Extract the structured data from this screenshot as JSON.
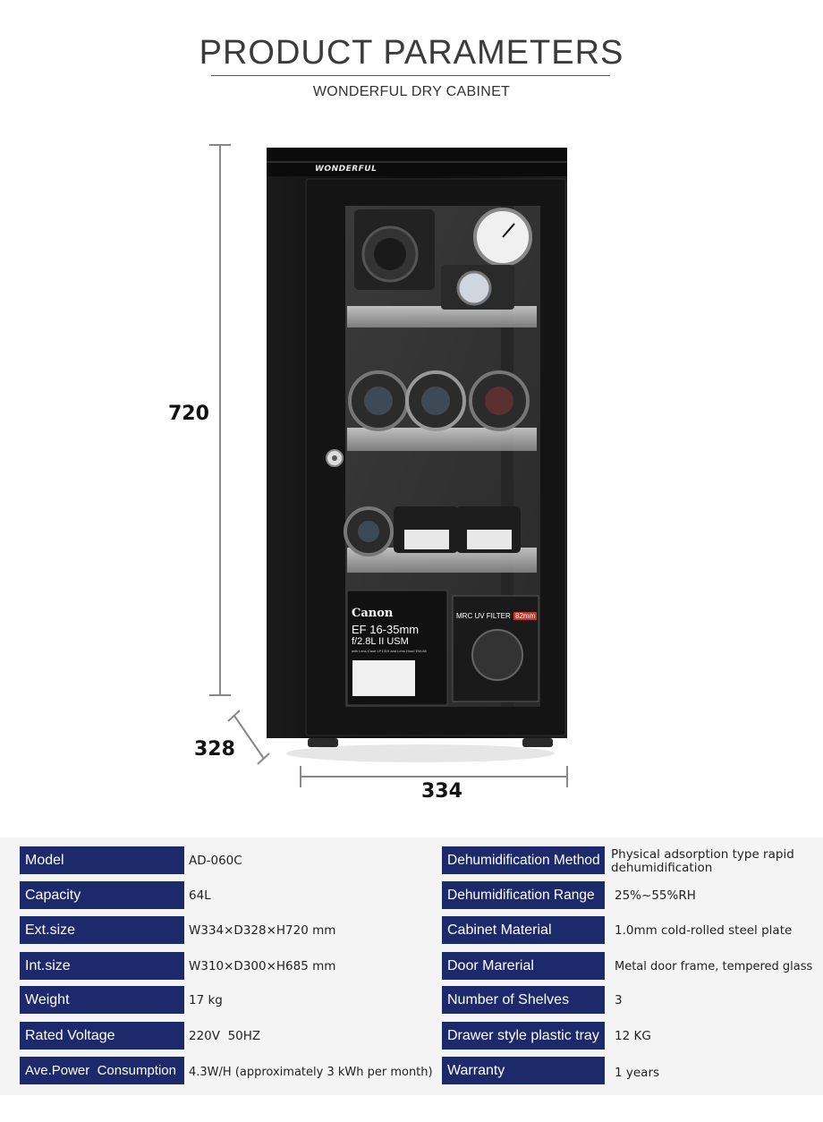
{
  "header": {
    "title": "PRODUCT PARAMETERS",
    "subtitle": "WONDERFUL DRY CABINET"
  },
  "product": {
    "brand": "WONDERFUL",
    "lens_box_brand": "Canon",
    "lens_box_model": "EF 16-35mm",
    "lens_box_spec": "f/2.8L II USM",
    "lens_box_small": "with Lens Case LP1319 and Lens Hood EW-88",
    "filter_label": "MRC UV FILTER",
    "filter_size": "82mm"
  },
  "dimensions": {
    "height": "720",
    "depth": "328",
    "width": "334"
  },
  "specs": {
    "left": [
      {
        "label": "Model",
        "value": "AD-060C"
      },
      {
        "label": "Capacity",
        "value": "64L"
      },
      {
        "label": "Ext.size",
        "value": "W334×D328×H720 mm"
      },
      {
        "label": "Int.size",
        "value": "W310×D300×H685 mm"
      },
      {
        "label": "Weight",
        "value": "17 kg"
      },
      {
        "label": "Rated Voltage",
        "value": "220V  50HZ"
      },
      {
        "label": "Ave.Power  Consumption",
        "value": "4.3W/H (approximately 3 kWh per month)"
      }
    ],
    "right": [
      {
        "label": "Dehumidification Method",
        "value": "Physical adsorption type rapid dehumidification"
      },
      {
        "label": "Dehumidification Range",
        "value": "25%~55%RH"
      },
      {
        "label": "Cabinet Material",
        "value": "1.0mm cold-rolled steel plate"
      },
      {
        "label": "Door Marerial",
        "value": "Metal door frame, tempered glass"
      },
      {
        "label": "Number of Shelves",
        "value": "3"
      },
      {
        "label": "Drawer style plastic tray",
        "value": "12 KG"
      },
      {
        "label": "Warranty",
        "value": "1 years"
      }
    ]
  },
  "colors": {
    "label_bg": "#1c2a6b",
    "cabinet": "#111111"
  }
}
